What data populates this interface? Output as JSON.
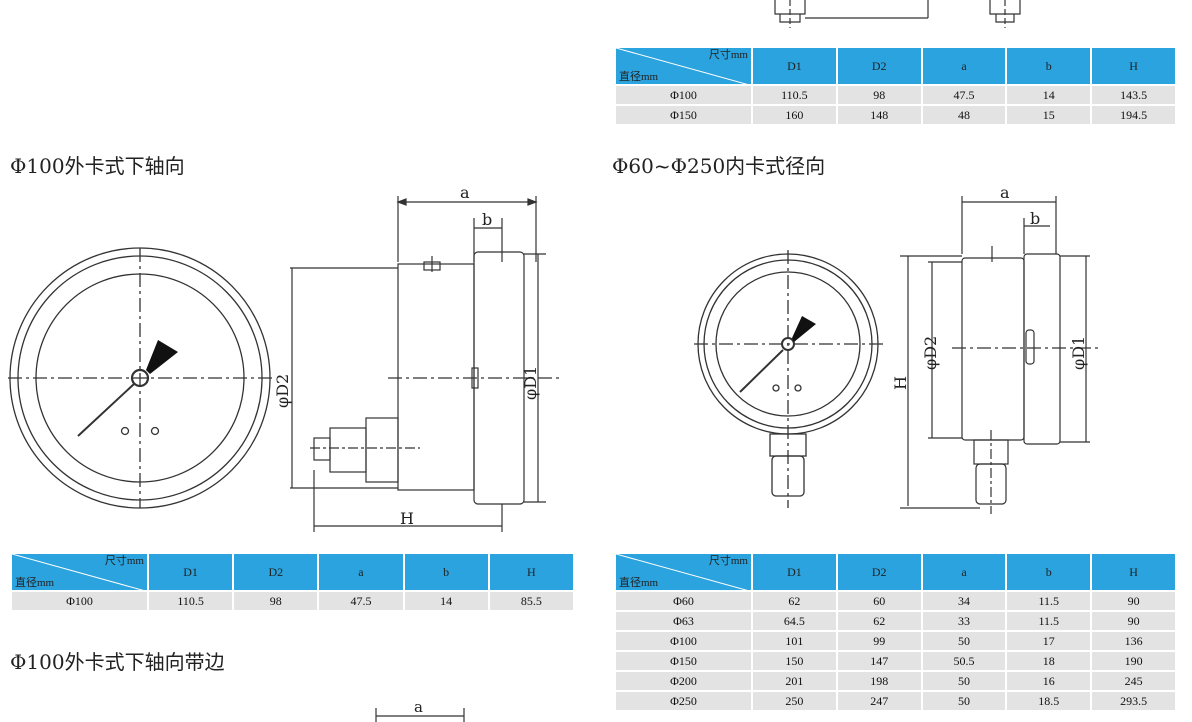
{
  "headings": {
    "axial_bottom": "Φ100外卡式下轴向",
    "radial_inner": "Φ60~Φ250内卡式径向",
    "axial_bottom_flange": "Φ100外卡式下轴向带边"
  },
  "dim_labels": {
    "a": "a",
    "b": "b",
    "H": "H",
    "D1": "φD1",
    "D2": "φD2"
  },
  "table_corner": {
    "top": "尺寸mm",
    "bottom": "直径mm"
  },
  "table_headers": [
    "D1",
    "D2",
    "a",
    "b",
    "H"
  ],
  "table_top_right": [
    {
      "dia": "Φ100",
      "D1": "110.5",
      "D2": "98",
      "a": "47.5",
      "b": "14",
      "H": "143.5"
    },
    {
      "dia": "Φ150",
      "D1": "160",
      "D2": "148",
      "a": "48",
      "b": "15",
      "H": "194.5"
    }
  ],
  "table_left": [
    {
      "dia": "Φ100",
      "D1": "110.5",
      "D2": "98",
      "a": "47.5",
      "b": "14",
      "H": "85.5"
    }
  ],
  "table_right": [
    {
      "dia": "Φ60",
      "D1": "62",
      "D2": "60",
      "a": "34",
      "b": "11.5",
      "H": "90"
    },
    {
      "dia": "Φ63",
      "D1": "64.5",
      "D2": "62",
      "a": "33",
      "b": "11.5",
      "H": "90"
    },
    {
      "dia": "Φ100",
      "D1": "101",
      "D2": "99",
      "a": "50",
      "b": "17",
      "H": "136"
    },
    {
      "dia": "Φ150",
      "D1": "150",
      "D2": "147",
      "a": "50.5",
      "b": "18",
      "H": "190"
    },
    {
      "dia": "Φ200",
      "D1": "201",
      "D2": "198",
      "a": "50",
      "b": "16",
      "H": "245"
    },
    {
      "dia": "Φ250",
      "D1": "250",
      "D2": "247",
      "a": "50",
      "b": "18.5",
      "H": "293.5"
    }
  ]
}
